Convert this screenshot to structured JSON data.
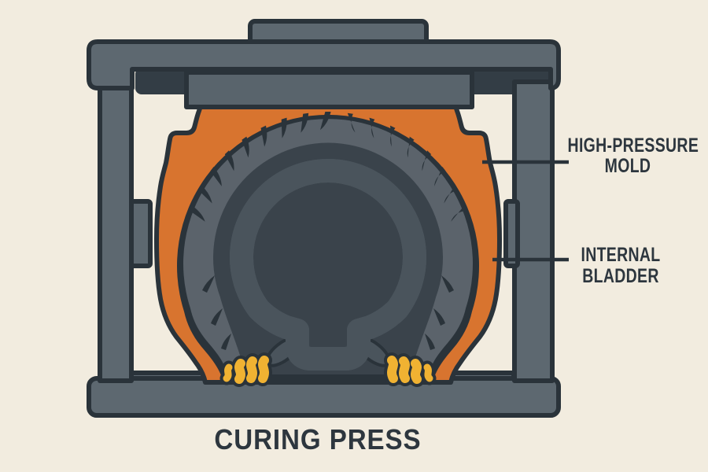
{
  "scene": {
    "title": "CURING PRESS",
    "subject": "tire curing press cross-section illustration"
  },
  "callouts": [
    {
      "id": "high-pressure-mold",
      "lines": [
        "HIGH-PRESSURE",
        "MOLD"
      ]
    },
    {
      "id": "internal-bladder",
      "lines": [
        "INTERNAL",
        "BLADDER"
      ]
    }
  ],
  "palette": {
    "cream": "#f2ecdf",
    "press": "#5d6870",
    "press2": "#59646c",
    "recess": "#333d45",
    "orange": "#d8742f",
    "tread": "#5b636b",
    "body": "#3a434b",
    "liner": "#4a545c",
    "yellow": "#f0b232",
    "ink": "#2a333a",
    "ink2": "#2d363e"
  }
}
